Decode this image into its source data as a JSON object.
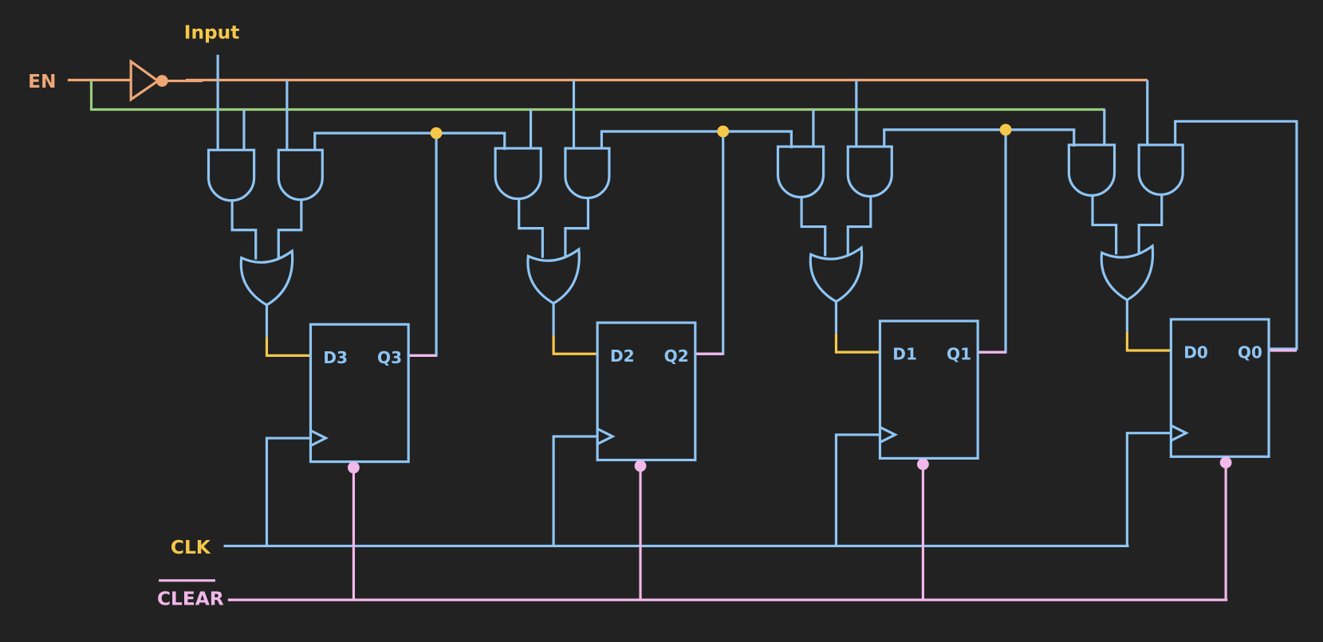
{
  "labels": {
    "enable": "EN",
    "input": "Input",
    "clock": "CLK",
    "clear": "CLEAR"
  },
  "stages": [
    {
      "d_label": "D3",
      "q_label": "Q3"
    },
    {
      "d_label": "D2",
      "q_label": "Q2"
    },
    {
      "d_label": "D1",
      "q_label": "Q1"
    },
    {
      "d_label": "D0",
      "q_label": "Q0"
    }
  ],
  "colors": {
    "background": "#222222",
    "wire": "#8ec5f4",
    "enable": "#eea676",
    "enable_inverted": "#9bcb7d",
    "input_label": "#f6c84a",
    "data_node": "#f6c84a",
    "clear": "#f2b8ea",
    "output_stub": "#f2b8ea"
  }
}
